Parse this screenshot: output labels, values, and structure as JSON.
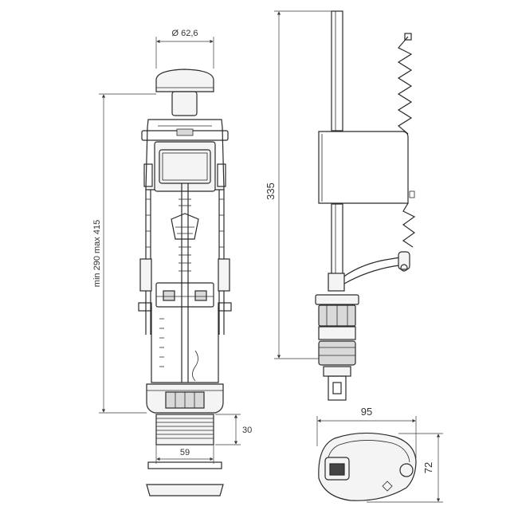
{
  "dimensions": {
    "cap_diameter": "Ø 62,6",
    "height_range": "min 290 max 415",
    "thread_height": "30",
    "thread_width": "59",
    "valve_height": "335",
    "float_width": "95",
    "float_depth": "72"
  },
  "colors": {
    "ink": "#2a2a2a",
    "shade": "#d9d9d9",
    "background": "#ffffff"
  }
}
